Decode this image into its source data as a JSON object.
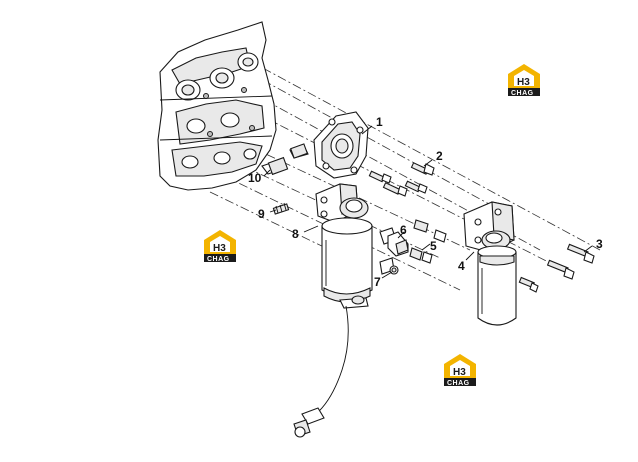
{
  "watermark": {
    "brand_top": "H3",
    "brand_bottom": "CHAG"
  },
  "callouts": [
    {
      "id": "1",
      "label": "1"
    },
    {
      "id": "2",
      "label": "2"
    },
    {
      "id": "3",
      "label": "3"
    },
    {
      "id": "4",
      "label": "4"
    },
    {
      "id": "5",
      "label": "5"
    },
    {
      "id": "6",
      "label": "6"
    },
    {
      "id": "7",
      "label": "7"
    },
    {
      "id": "8",
      "label": "8"
    },
    {
      "id": "9",
      "label": "9"
    },
    {
      "id": "10",
      "label": "10"
    }
  ],
  "colors": {
    "logo_yellow": "#f3b400",
    "logo_black": "#1b1b1b",
    "line": "#1a1a1a"
  }
}
